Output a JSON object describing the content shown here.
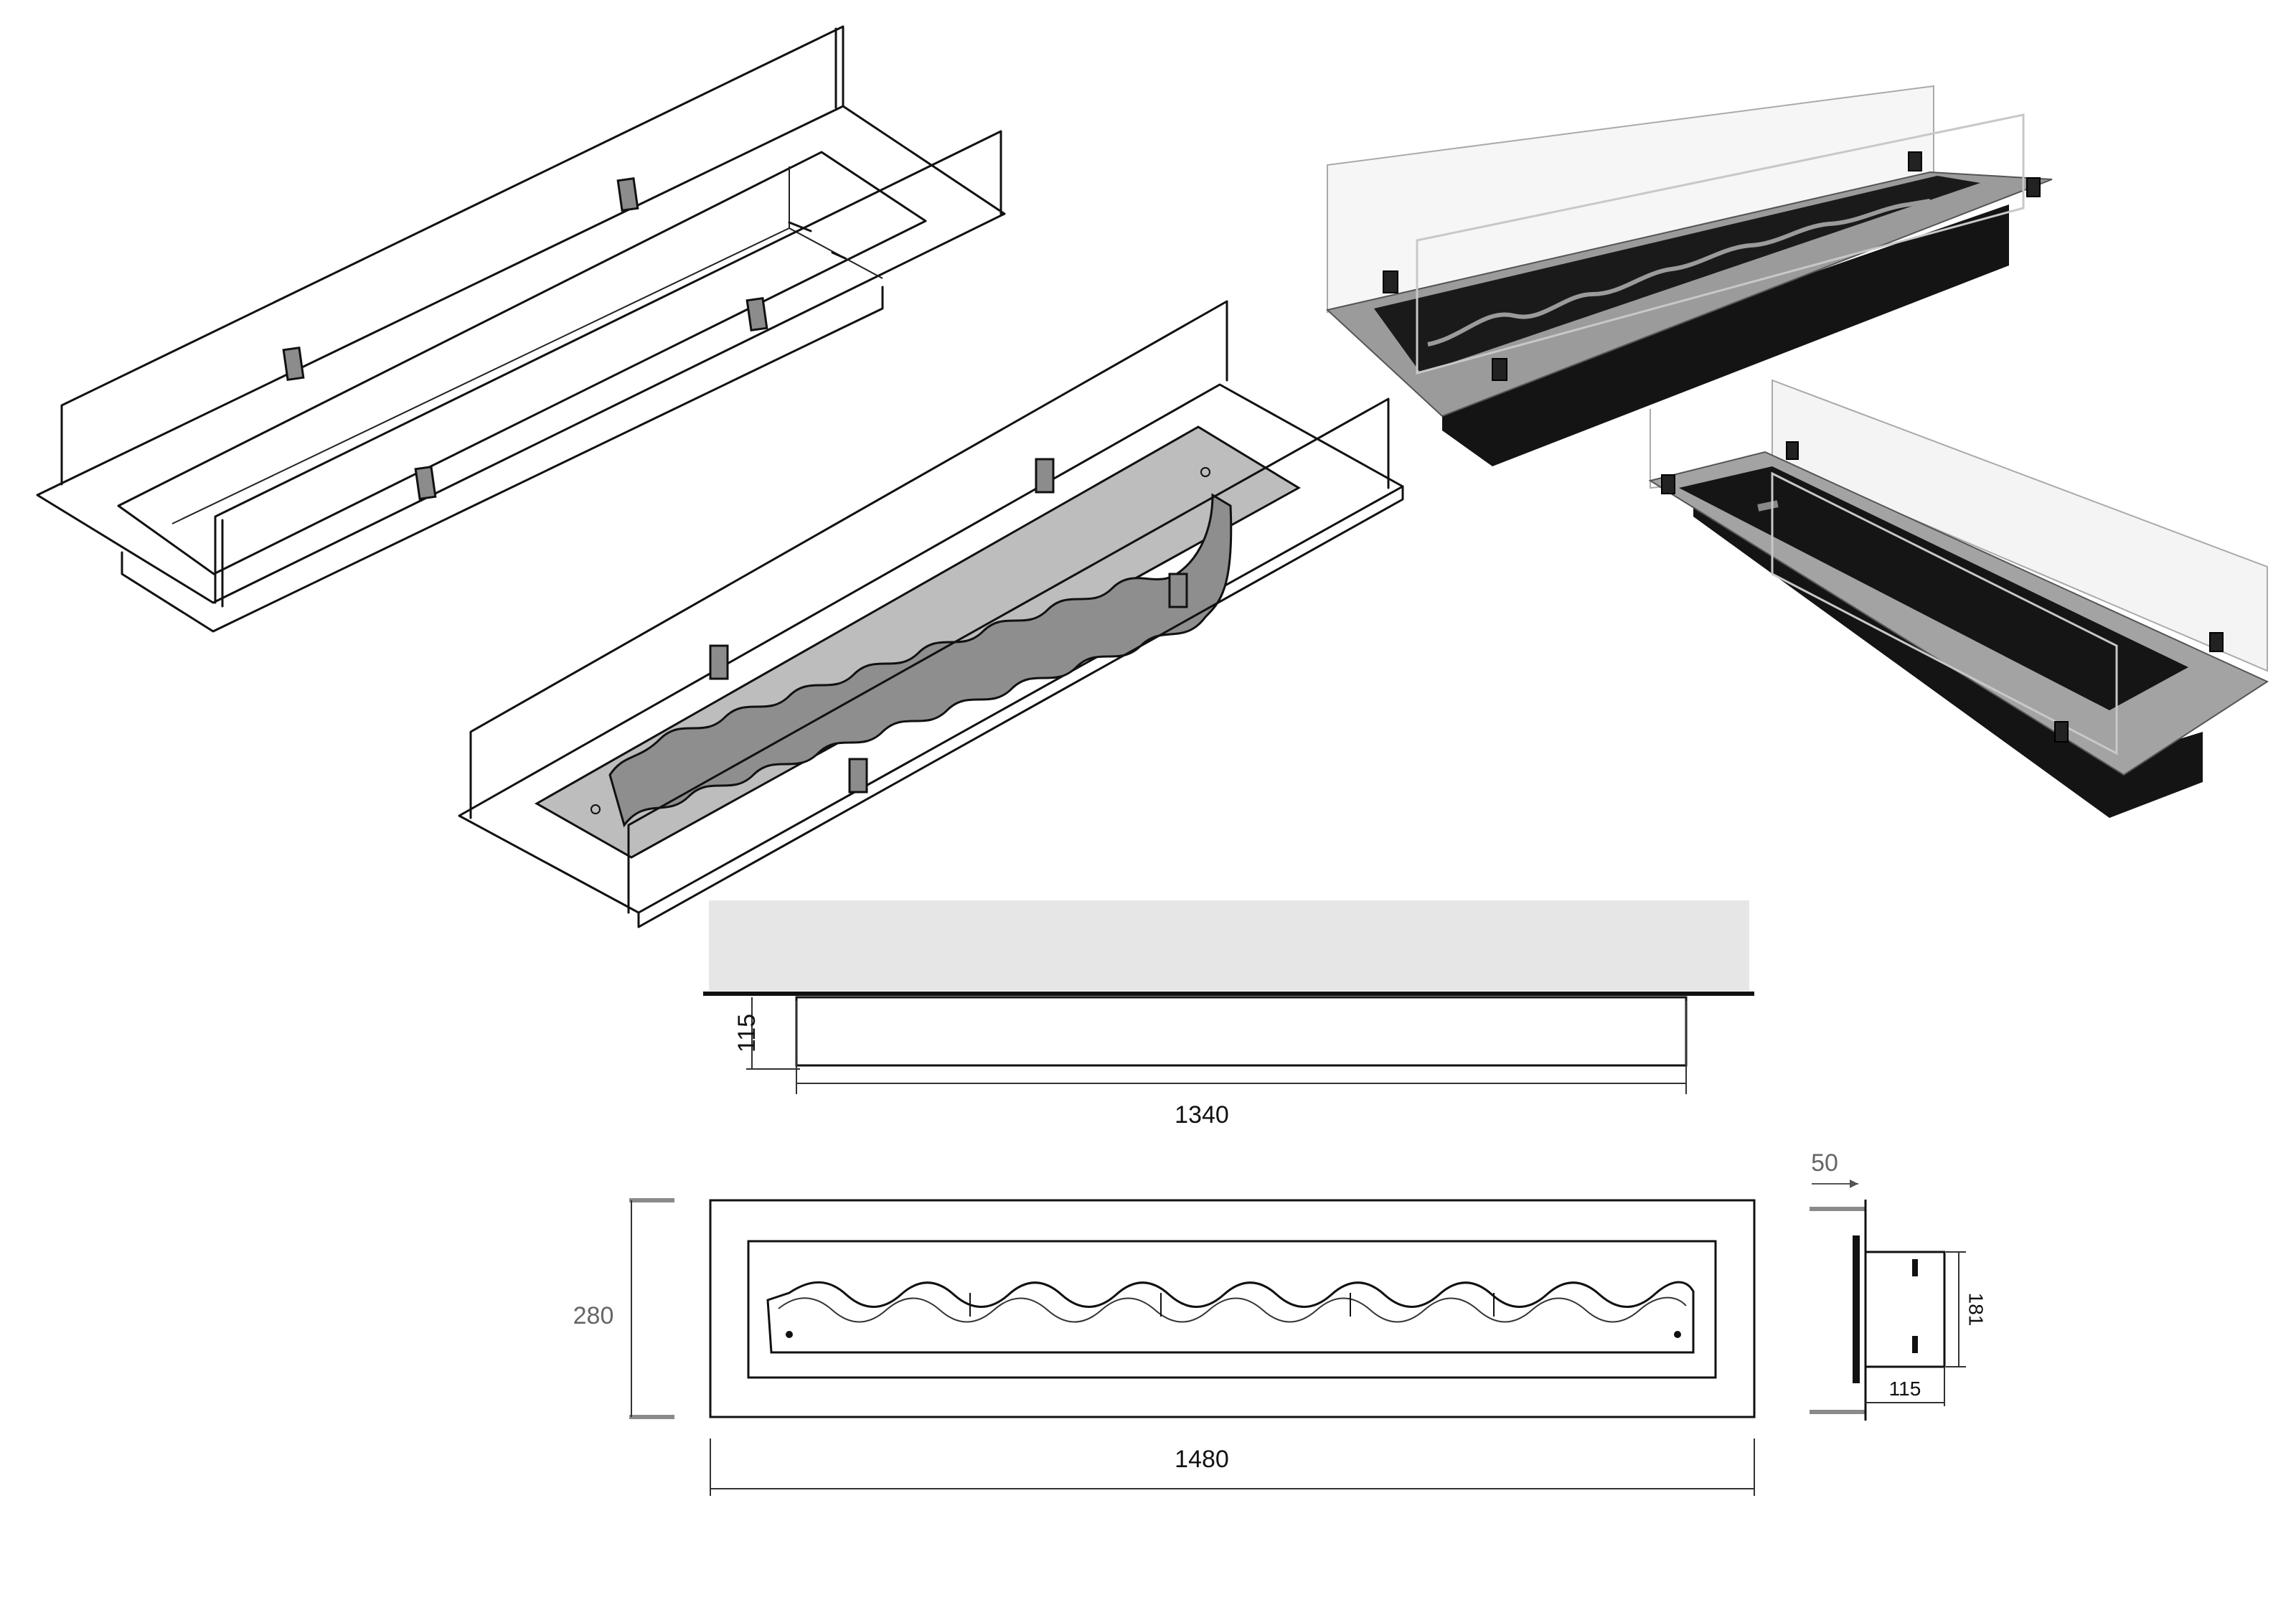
{
  "figure": {
    "views": [
      "isometric-line-drawing-top-left",
      "isometric-line-drawing-center",
      "product-photo-top-right",
      "product-photo-bottom-right",
      "front-elevation",
      "top-plan",
      "side-section"
    ]
  },
  "dimensions": {
    "height": "115",
    "insert_length": "1340",
    "width": "280",
    "total_length": "1480",
    "flange": "50",
    "side_height": "181",
    "side_depth": "115"
  },
  "colors": {
    "line": "#111111",
    "steel": "#9a9a9a",
    "glass": "#c8c8c8",
    "black_body": "#111111",
    "flame_panel": "#bdbdbd"
  }
}
